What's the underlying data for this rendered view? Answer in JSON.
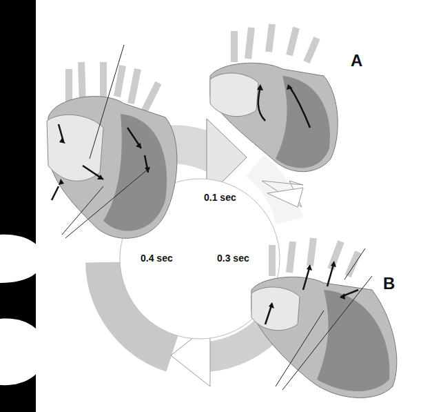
{
  "diagram": {
    "labels": [
      "A",
      "0.1 sec",
      "0.4 sec",
      "0.3 sec",
      "B"
    ]
  }
}
